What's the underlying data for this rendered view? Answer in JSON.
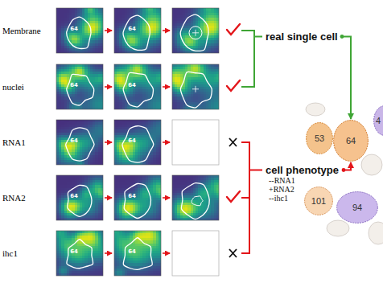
{
  "diagram": {
    "nodes": [
      {
        "text": [
          "real single cell"
        ]
      },
      {
        "text": [
          "cell phenotype",
          "--RNA1",
          "+RNA2",
          "--ihc1"
        ]
      },
      {
        "text": [
          "53"
        ]
      },
      {
        "text": [
          "64"
        ]
      },
      {
        "text": [
          "4"
        ]
      },
      {
        "text": [
          "101"
        ]
      },
      {
        "text": [
          "94"
        ]
      }
    ],
    "edges": [
      {
        "from": 0,
        "to": 3,
        "arrow": "to"
      },
      {
        "from": 1,
        "to": 3,
        "arrow": "to"
      }
    ],
    "labels": [
      "Membrane",
      "nuclei",
      "RNA1",
      "RNA2",
      "ihc1",
      "64",
      "64",
      "64",
      "64",
      "64",
      "64",
      "64",
      "64",
      "64",
      "64"
    ]
  }
}
